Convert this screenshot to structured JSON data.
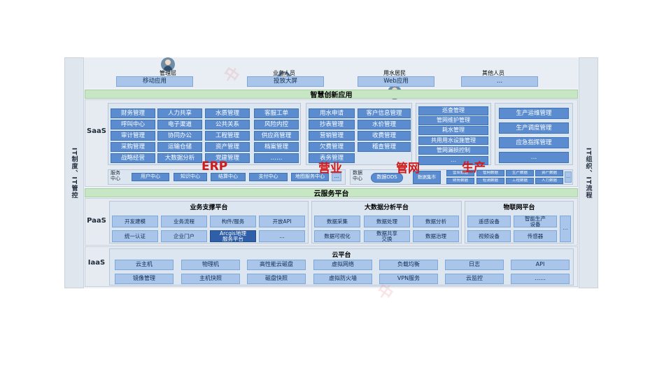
{
  "side_left": "IT制度、IT管控",
  "side_right": "IT组织、IT流程",
  "roles": [
    "管理层",
    "业务人员",
    "用水居民",
    "其他人员"
  ],
  "channels": [
    "移动应用",
    "投放大屏",
    "Web应用",
    "…"
  ],
  "smart_app_title": "智慧创新应用",
  "saas_label": "SaaS",
  "saas_col1": [
    [
      "财务管理",
      "人力共享"
    ],
    [
      "呼叫中心",
      "电子渠道"
    ],
    [
      "审计管理",
      "协同办公"
    ],
    [
      "采购管理",
      "运输仓储"
    ],
    [
      "战略经营",
      "大数据分析"
    ]
  ],
  "saas_col2": [
    [
      "水质管理",
      "客服工单"
    ],
    [
      "公共关系",
      "风险内控"
    ],
    [
      "工程管理",
      "供应商管理"
    ],
    [
      "资产管理",
      "档案管理"
    ],
    [
      "党建管理",
      "……"
    ]
  ],
  "saas_col3": [
    [
      "用水申请",
      "客户信息管理"
    ],
    [
      "抄表管理",
      "水价管理"
    ],
    [
      "营销管理",
      "收费管理"
    ],
    [
      "欠费管理",
      "稽查管理"
    ],
    [
      "表务管理",
      ""
    ]
  ],
  "saas_col4": [
    "巡查管理",
    "管网维护管理",
    "耗水管理",
    "共用用水设施管理",
    "管网漏损控制",
    "…"
  ],
  "saas_col5": [
    "生产运维管理",
    "生产调度管理",
    "应急指挥管理",
    "…"
  ],
  "service_center_label": "服务\n中心",
  "service_center_items": [
    "用户中心",
    "知识中心",
    "结算中心",
    "支付中心",
    "地图服务中心",
    "…"
  ],
  "data_center_label": "数据\n中心",
  "data_center_items": [
    "数据ODS",
    "数据集市"
  ],
  "data_center_small": [
    "营业数据",
    "管网数据",
    "生产数据",
    "资产数据",
    "财务数据",
    "检测数据",
    "工程数据",
    "人力数据",
    "…"
  ],
  "red_labels": [
    "ERP",
    "营业",
    "管网",
    "生产"
  ],
  "cloud_service_title": "云服务平台",
  "paas_label": "PaaS",
  "biz_support_title": "业务支撑平台",
  "biz_support_items": [
    "开发建模",
    "业务流程",
    "构件/服务",
    "开放API",
    "统一认证",
    "企业门户",
    "Arcgis地理\n服务平台",
    "…"
  ],
  "bigdata_title": "大数据分析平台",
  "bigdata_items": [
    "数据采集",
    "数据处理",
    "数据分析",
    "数据可视化",
    "数据共享\n交换",
    "数据治理"
  ],
  "iot_title": "物联网平台",
  "iot_items": [
    "遥感设备",
    "智能生产\n设备",
    "视频设备",
    "传感器",
    "…"
  ],
  "iaas_label": "IaaS",
  "cloud_platform_title": "云平台",
  "iaas_row1": [
    "云主机",
    "物理机",
    "高性能云磁盘",
    "虚拟网络",
    "负载均衡",
    "日志",
    "API"
  ],
  "iaas_row2": [
    "镜像管理",
    "主机快照",
    "磁盘快照",
    "虚拟防火墙",
    "VPN服务",
    "云监控",
    "……"
  ]
}
